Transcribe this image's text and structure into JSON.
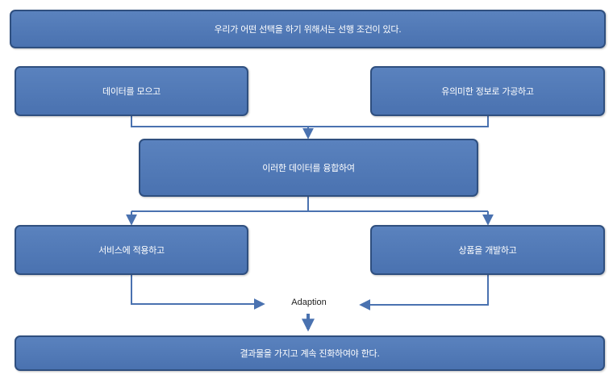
{
  "diagram": {
    "top": "우리가 어떤 선택을 하기 위해서는 선행 조건이 있다.",
    "collect": "데이터를 모으고",
    "process": "유의미한 정보로 가공하고",
    "fuse": "이러한 데이터를 융합하여",
    "apply": "서비스에 적용하고",
    "develop": "상품을 개발하고",
    "adaption": "Adaption",
    "bottom": "결과물을 가지고 계속 진화하여야 한다."
  },
  "colors": {
    "box_fill": "#4f77b6",
    "box_border": "#2f4f7f",
    "connector": "#4a72b0"
  }
}
